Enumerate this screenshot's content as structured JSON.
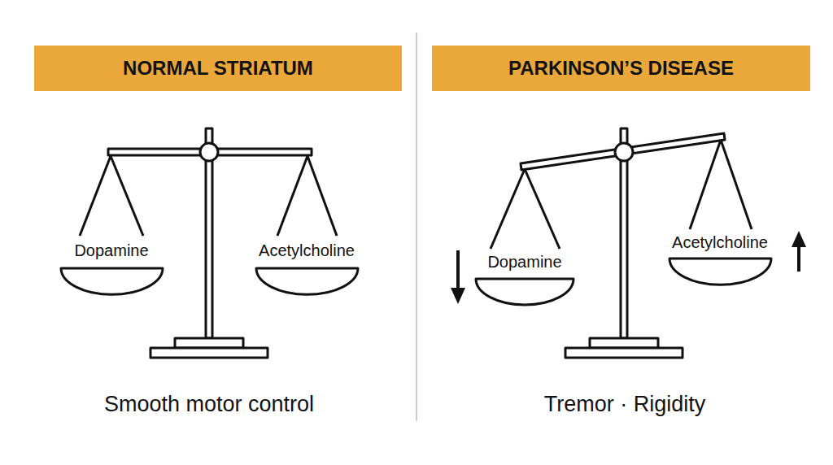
{
  "diagram": {
    "nodes": [
      {
        "text": [
          "NORMAL STRIATUM"
        ]
      },
      {
        "text": [
          "PARKINSON’S DISEASE"
        ]
      }
    ],
    "labels": [
      "Dopamine",
      "Acetylcholine",
      "Smooth motor control",
      "Dopamine",
      "Acetylcholine",
      "Tremor · Rigidity"
    ]
  }
}
